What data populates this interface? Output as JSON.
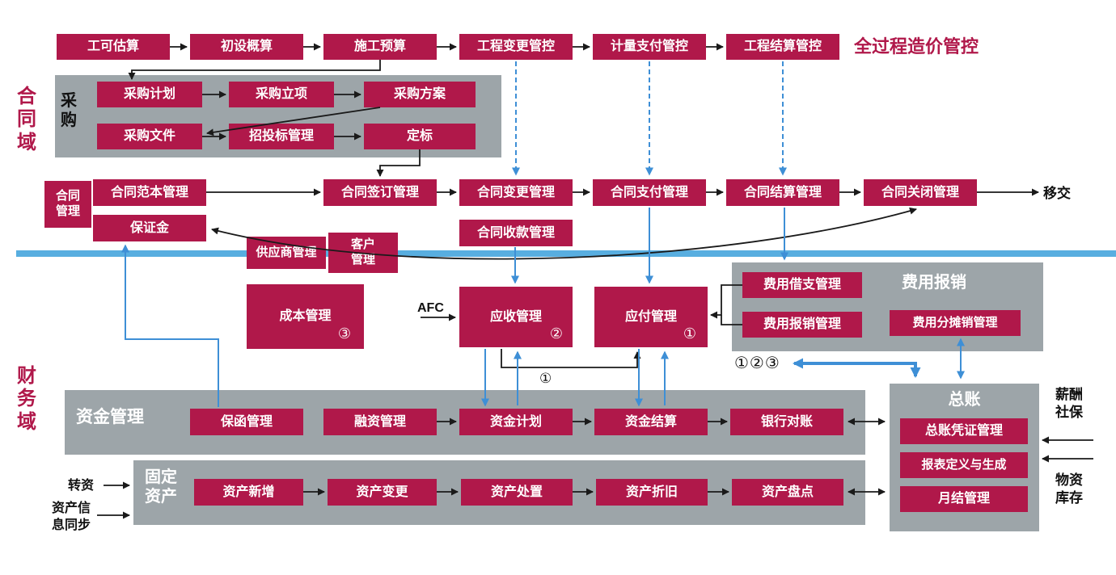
{
  "colors": {
    "crimson": "#B0184A",
    "gray": "#9DA5A9",
    "blue": "#3E8FD6",
    "divider": "#58AEE0",
    "black": "#1A1A1A"
  },
  "domains": {
    "contract": "合同域",
    "finance": "财务域"
  },
  "caption": "全过程造价管控",
  "top_row": [
    "工可估算",
    "初设概算",
    "施工预算",
    "工程变更管控",
    "计量支付管控",
    "工程结算管控"
  ],
  "procurement": {
    "label": "采购",
    "plan": "采购计划",
    "initiate": "采购立项",
    "scheme": "采购方案",
    "docs": "采购文件",
    "bidding": "招投标管理",
    "award": "定标"
  },
  "contract": {
    "group": "合同管理",
    "template": "合同范本管理",
    "deposit": "保证金",
    "sign": "合同签订管理",
    "change": "合同变更管理",
    "pay": "合同支付管理",
    "settle": "合同结算管理",
    "close": "合同关闭管理",
    "receipt": "合同收款管理",
    "handover": "移交"
  },
  "middle": {
    "supplier": "供应商管理",
    "customer": "客户管理",
    "cost": "成本管理",
    "cost_badge": "③",
    "afc": "AFC",
    "receivable": "应收管理",
    "receivable_badge": "②",
    "payable": "应付管理",
    "payable_badge": "①"
  },
  "expense": {
    "title": "费用报销",
    "loan": "费用借支管理",
    "reimburse": "费用报销管理",
    "allocate": "费用分摊销管理"
  },
  "ledger": {
    "title": "总账",
    "voucher": "总账凭证管理",
    "report": "报表定义与生成",
    "monthly": "月结管理",
    "badges": "①②③",
    "salary": "薪酬社保",
    "material": "物资库存"
  },
  "funds": {
    "title": "资金管理",
    "items": [
      "保函管理",
      "融资管理",
      "资金计划",
      "资金结算",
      "银行对账"
    ],
    "flow_badge": "①"
  },
  "assets": {
    "title": "固定资产",
    "items": [
      "资产新增",
      "资产变更",
      "资产处置",
      "资产折旧",
      "资产盘点"
    ],
    "transfer": "转资",
    "sync": "资产信息同步"
  }
}
